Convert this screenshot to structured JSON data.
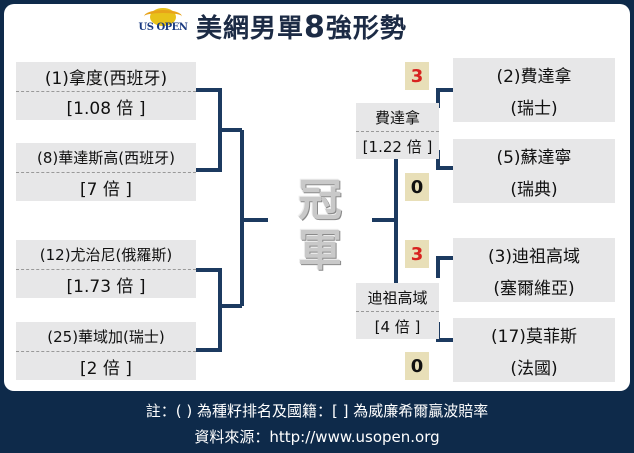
{
  "logo": {
    "text": "US OPEN"
  },
  "title": {
    "main": "美網男單",
    "num": "8",
    "rest": "強形勢"
  },
  "left": [
    {
      "name": "(1)拿度(西班牙)",
      "odds": "[1.08 倍 ]"
    },
    {
      "name": "(8)華達斯高(西班牙)",
      "odds": "[7 倍 ]"
    },
    {
      "name": "(12)尤治尼(俄羅斯)",
      "odds": "[1.73 倍 ]"
    },
    {
      "name": "(25)華域加(瑞士)",
      "odds": "[2 倍 ]"
    }
  ],
  "right": [
    {
      "name": "(2)費達拿",
      "country": "(瑞士)"
    },
    {
      "name": "(5)蘇達寧",
      "country": "(瑞典)"
    },
    {
      "name": "(3)迪祖高域",
      "country": "(塞爾維亞)"
    },
    {
      "name": "(17)莫菲斯",
      "country": "(法國)"
    }
  ],
  "semis": [
    {
      "name": "費達拿",
      "odds": "[1.22 倍 ]"
    },
    {
      "name": "迪祖高域",
      "odds": "[4 倍 ]"
    }
  ],
  "scores": [
    {
      "value": "3",
      "color": "#d8221f"
    },
    {
      "value": "0",
      "color": "#111111"
    },
    {
      "value": "3",
      "color": "#d8221f"
    },
    {
      "value": "0",
      "color": "#111111"
    }
  ],
  "champion": {
    "line1": "冠",
    "line2": "軍"
  },
  "footer": {
    "note": "註：( ) 為種籽排名及國籍：[ ] 為威廉希爾贏波賠率",
    "source": "資料來源：http://www.usopen.org"
  },
  "colors": {
    "background": "#0e2a4a",
    "bracket": "#1c3a60",
    "card": "#e7e7e8"
  }
}
